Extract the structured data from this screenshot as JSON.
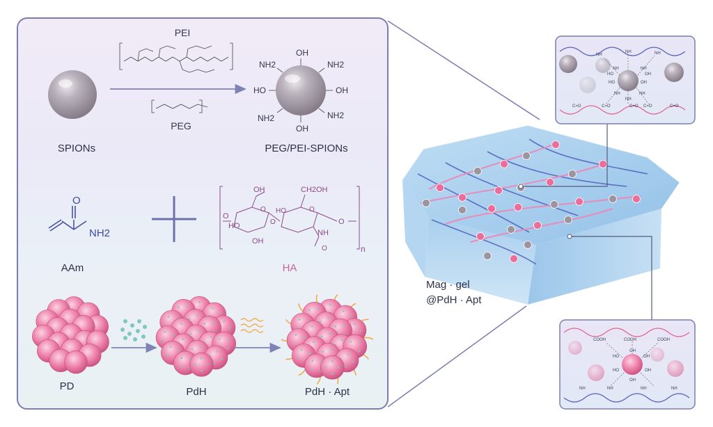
{
  "section_1": {
    "reactant_label": "SPIONs",
    "reagent_top": "PEI",
    "reagent_bottom": "PEG",
    "product_label": "PEG/PEI-SPIONs",
    "product_groups": {
      "top": "OH",
      "top_right": "NH2",
      "right": "OH",
      "bottom_right": "NH2",
      "bottom": "OH",
      "bottom_left": "NH2",
      "left": "HO",
      "top_left": "NH2"
    }
  },
  "section_2": {
    "monomer_label": "AAm",
    "monomer_group": "NH2",
    "monomer_carbonyl": "O",
    "polymer_label": "HA",
    "ha_groups": {
      "cooh": "OH",
      "ring1_oh_left": "HO",
      "ring1_oh_bottom": "OH",
      "ring2_ch2oh": "CH2OH",
      "ring2_ho": "HO",
      "ring2_nh": "NH",
      "ring1_o": "O",
      "ring2_o": "O",
      "acetyl_o": "O",
      "link_o_left": "O",
      "link_o_mid": "O",
      "link_o_right": "O",
      "subscript": "n"
    }
  },
  "section_3": {
    "step1_label": "PD",
    "step2_label": "PdH",
    "step3_label": "PdH · Apt"
  },
  "hydrogel": {
    "label_line1": "Mag · gel",
    "label_line2": "@PdH · Apt"
  },
  "inset_top": {
    "amine_labels": [
      "NH",
      "NH",
      "NH",
      "NH",
      "NH",
      "NH",
      "NH",
      "NH"
    ],
    "hydroxyl_labels": [
      "HO",
      "OH",
      "OH",
      "HO"
    ],
    "carbonyl_labels": [
      "C=O",
      "C=O",
      "C=O",
      "C=O",
      "C=O"
    ]
  },
  "inset_bottom": {
    "cooh_labels": [
      "COOH",
      "COOH",
      "COOH"
    ],
    "hydroxyl_labels": [
      "OH",
      "OH",
      "HO",
      "OH",
      "HO",
      "OH"
    ],
    "amine_labels": [
      "NH",
      "NH",
      "NH",
      "NH"
    ]
  },
  "colors": {
    "panel_border": "#7b7db0",
    "arrow": "#7e82b5",
    "pink_text": "#c6659f",
    "gel_blue": "#9ec7e8",
    "chain_pink": "#e88bb8",
    "chain_blue": "#4a58b8",
    "sphere_grey": "#9c949e",
    "particle_pink": "#ec6c9a",
    "dot_teal": "#7fc7c0",
    "aptamer_orange": "#f2a33a"
  }
}
